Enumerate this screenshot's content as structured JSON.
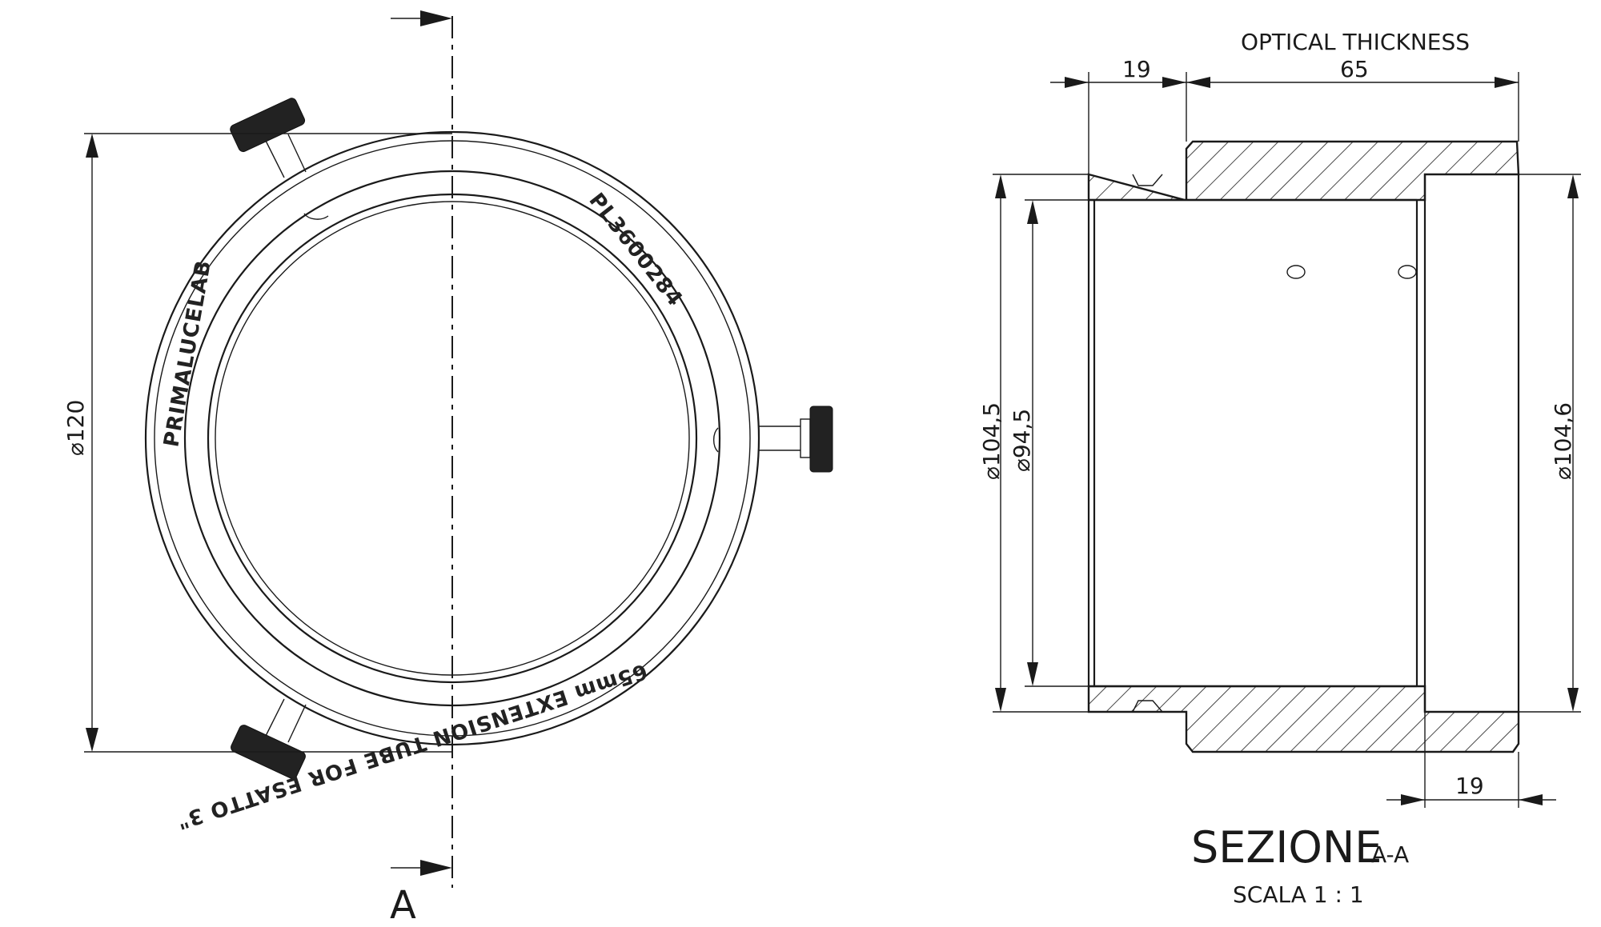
{
  "front_view": {
    "part_number_engraving": "PL3600284",
    "brand_engraving": "PRIMALUCELAB",
    "product_engraving": "65mm EXTENSION TUBE FOR ESATTO 3\"",
    "outer_diameter_label": "⌀120",
    "section_marker": "A"
  },
  "section_view": {
    "optical_thickness_label": "OPTICAL THICKNESS",
    "top_left_dim": "19",
    "top_right_dim": "65",
    "bottom_right_dim": "19",
    "left_outer_diameter": "⌀104,5",
    "left_inner_diameter": "⌀94,5",
    "right_diameter": "⌀104,6",
    "title": "SEZIONE",
    "title_suffix": "A-A",
    "scale": "SCALA  1 : 1"
  }
}
